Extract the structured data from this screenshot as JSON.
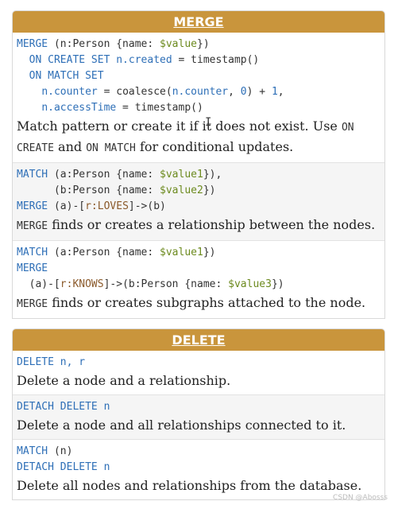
{
  "merge": {
    "title": "MERGE",
    "s1": {
      "l1a": "MERGE",
      "l1b": "(n:Person {name: ",
      "l1c": "$value",
      "l1d": "})",
      "l2a": "ON CREATE SET",
      "l2b": "n.created",
      "l2c": " = timestamp()",
      "l3a": "ON MATCH SET",
      "l4a": "n.counter",
      "l4b": " = coalesce(",
      "l4c": "n.counter",
      "l4d": ", ",
      "l4e": "0",
      "l4f": ") + ",
      "l4g": "1",
      "l4h": ",",
      "l5a": "n.accessTime",
      "l5b": " = timestamp()",
      "d1": "Match pattern or create it if it does not exist. Use ",
      "d2": "ON CREATE",
      "d3": " and ",
      "d4": "ON MATCH",
      "d5": " for conditional updates."
    },
    "s2": {
      "l1a": "MATCH",
      "l1b": "(a:Person {name: ",
      "l1c": "$value1",
      "l1d": "}),",
      "l2b": "(b:Person {name: ",
      "l2c": "$value2",
      "l2d": "})",
      "l3a": "MERGE",
      "l3b": "(a)-[",
      "l3c": "r:LOVES",
      "l3d": "]->(b)",
      "d1": "MERGE",
      "d2": " finds or creates a relationship between the nodes."
    },
    "s3": {
      "l1a": "MATCH",
      "l1b": "(a:Person {name: ",
      "l1c": "$value1",
      "l1d": "})",
      "l2a": "MERGE",
      "l3a": "(a)-[",
      "l3b": "r:KNOWS",
      "l3c": "]->(b:Person {name: ",
      "l3d": "$value3",
      "l3e": "})",
      "d1": "MERGE",
      "d2": " finds or creates subgraphs attached to the node."
    }
  },
  "delete": {
    "title": "DELETE",
    "s1": {
      "l1a": "DELETE",
      "l1b": "n, r",
      "d": "Delete a node and a relationship."
    },
    "s2": {
      "l1a": "DETACH DELETE",
      "l1b": "n",
      "d": "Delete a node and all relationships connected to it."
    },
    "s3": {
      "l1a": "MATCH",
      "l1b": "(n)",
      "l2a": "DETACH DELETE",
      "l2b": "n",
      "d": "Delete all nodes and relationships from the database."
    }
  },
  "footer": "CSDN @Abosss"
}
